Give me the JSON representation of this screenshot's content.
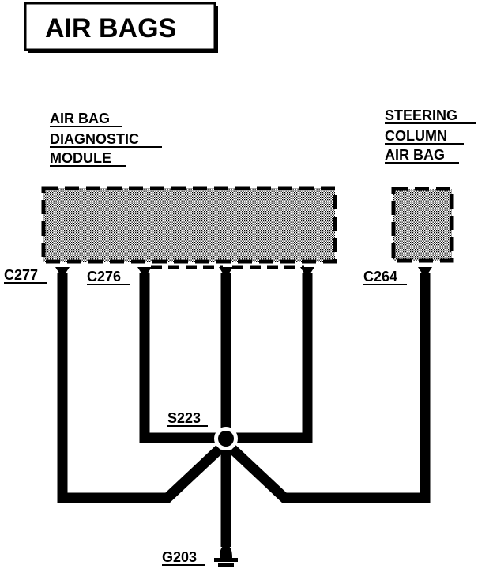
{
  "title": "AIR BAGS",
  "components": {
    "module": {
      "lines": [
        "AIR BAG",
        "DIAGNOSTIC",
        "MODULE"
      ]
    },
    "steering": {
      "lines": [
        "STEERING",
        "COLUMN",
        "AIR BAG"
      ]
    }
  },
  "connectors": {
    "c277": "C277",
    "c276": "C276",
    "c264": "C264"
  },
  "splice": "S223",
  "ground": "G203",
  "colors": {
    "ink": "#000000",
    "background": "#ffffff"
  }
}
